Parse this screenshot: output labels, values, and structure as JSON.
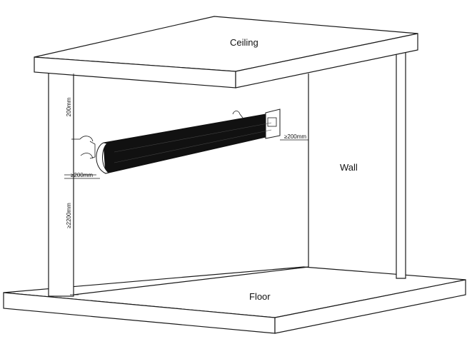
{
  "labels": {
    "ceiling": "Ceiling",
    "wall": "Wall",
    "floor": "Floor"
  },
  "dimensions": {
    "ceiling_clearance": "200mm",
    "side_clearance_left": "≥200mm",
    "side_clearance_right": "≥200mm",
    "floor_height": "≥2200mm"
  },
  "colors": {
    "line": "#1a1a1a",
    "heater": "#111111",
    "background": "#ffffff"
  }
}
